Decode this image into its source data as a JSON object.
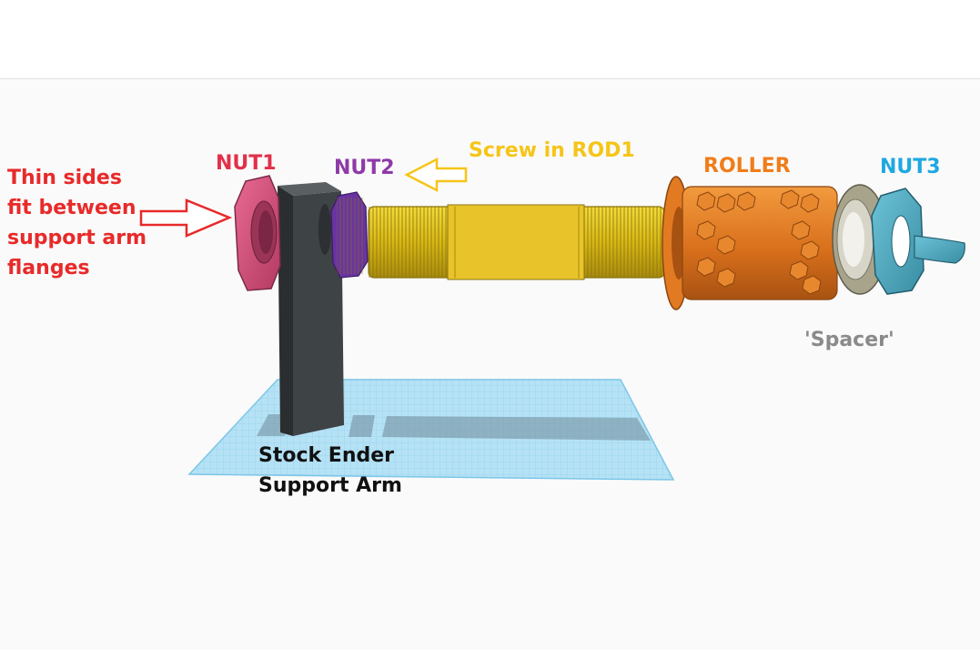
{
  "labels": {
    "nut1": "NUT1",
    "nut2": "NUT2",
    "nut3": "NUT3",
    "roller": "ROLLER",
    "screw": "Screw in ROD1",
    "spacer": "'Spacer'",
    "thin_sides": [
      "Thin sides",
      "fit between",
      "support arm",
      "flanges"
    ],
    "support_arm": [
      "Stock Ender",
      "Support Arm"
    ]
  },
  "colors": {
    "nut1": "#e2304a",
    "nut2": "#8e3aa8",
    "nut3": "#1fa8e0",
    "roller": "#f07d1a",
    "screw": "#f5c518",
    "spacer": "#8a8a8a",
    "thin_sides": "#e82a2a",
    "support_arm": "#111111",
    "nut1_part": "#d9557a",
    "nut2_part": "#6a34a0",
    "nut3_part": "#4aa9c0",
    "rod_part": "#e2c21a",
    "roller_part": "#e27a22",
    "spacer_part": "#a8a48c",
    "arm_part": "#3e4346",
    "grid": "#a9dcf3"
  }
}
